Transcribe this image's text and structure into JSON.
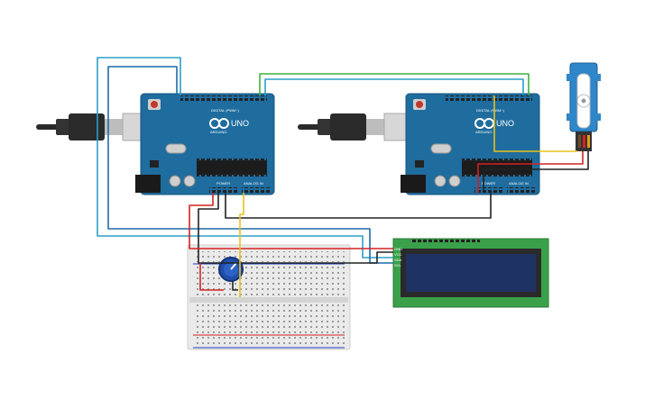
{
  "arduino_left": {
    "model": "UNO",
    "brand": "ARDUINO",
    "digital_label": "DIGITAL (PWM~)",
    "power_label": "POWER",
    "analog_label": "ANALOG IN",
    "board_color": "#1f6c9e"
  },
  "arduino_right": {
    "model": "UNO",
    "brand": "ARDUINO",
    "digital_label": "DIGITAL (PWM~)",
    "power_label": "POWER",
    "analog_label": "ANALOG IN",
    "board_color": "#1f6c9e"
  },
  "lcd": {
    "pins": [
      "GND",
      "VCC",
      "SDA",
      "SCL"
    ],
    "pcb_color": "#3aa14a",
    "screen_color": "#1f3264"
  },
  "wire_colors": {
    "red": "#d32222",
    "black": "#222222",
    "yellow": "#e8c21a",
    "green": "#3fb23f",
    "cyan": "#2aa0c8",
    "blue": "#1d6ca8"
  }
}
